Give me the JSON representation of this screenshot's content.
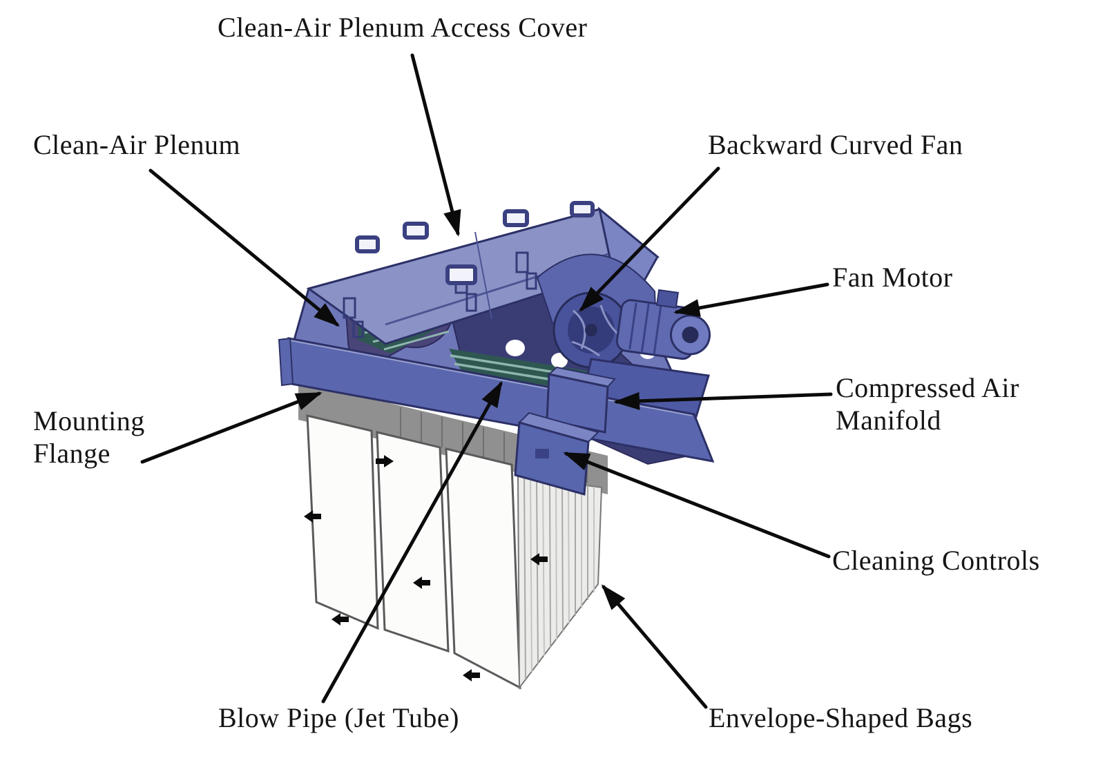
{
  "diagram": {
    "type": "labeled-illustration",
    "background": "#ffffff",
    "illustration": {
      "name": "dust-collector-cutaway",
      "colors": {
        "housing_light": "#8b93c6",
        "housing_mid": "#6e78b9",
        "housing_band": "#5a67ae",
        "housing_dark": "#3a3d74",
        "interior_dark": "#4a4579",
        "outline": "#2c3066",
        "tube_sheet_teal": "#2e5751",
        "teal_stripe": "#8fb5ae",
        "bag_white": "#fcfcfb",
        "pleat_gray": "#ececea",
        "shadow_gray": "#909090",
        "leader_line": "#0b0b0b"
      }
    },
    "labels": [
      {
        "id": "access-cover",
        "text": "Clean-Air Plenum Access Cover"
      },
      {
        "id": "clean-air-plenum",
        "text": "Clean-Air Plenum"
      },
      {
        "id": "backward-curved-fan",
        "text": "Backward Curved Fan"
      },
      {
        "id": "fan-motor",
        "text": "Fan Motor"
      },
      {
        "id": "compressed-air-manifold",
        "text": "Compressed Air\nManifold"
      },
      {
        "id": "mounting-flange",
        "text": "Mounting\nFlange"
      },
      {
        "id": "cleaning-controls",
        "text": "Cleaning Controls"
      },
      {
        "id": "blow-pipe",
        "text": "Blow Pipe (Jet Tube)"
      },
      {
        "id": "envelope-bags",
        "text": "Envelope-Shaped Bags"
      }
    ]
  }
}
